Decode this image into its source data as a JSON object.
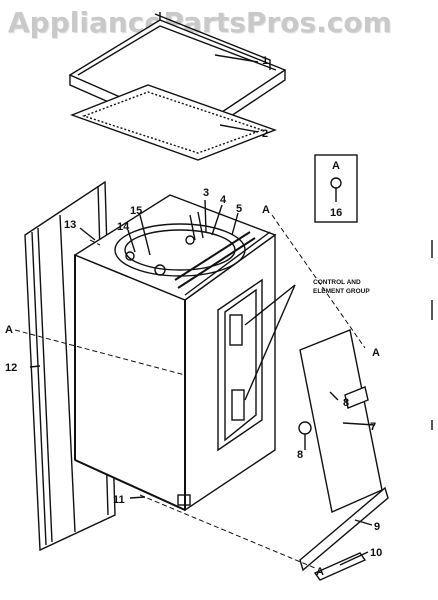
{
  "watermark": "AppliancePartsPros.com",
  "parts": [
    {
      "num": "1"
    },
    {
      "num": "2"
    },
    {
      "num": "3"
    },
    {
      "num": "4"
    },
    {
      "num": "5"
    },
    {
      "num": "7"
    },
    {
      "num": "8"
    },
    {
      "num": "8"
    },
    {
      "num": "9"
    },
    {
      "num": "10"
    },
    {
      "num": "11"
    },
    {
      "num": "12"
    },
    {
      "num": "13"
    },
    {
      "num": "14"
    },
    {
      "num": "15"
    },
    {
      "num": "16"
    }
  ],
  "group_label": [
    "CONTROL AND",
    "ELEMENT GROUP"
  ],
  "section_markers": {
    "a": "A"
  },
  "inset": {
    "header": "A",
    "num": "16"
  }
}
